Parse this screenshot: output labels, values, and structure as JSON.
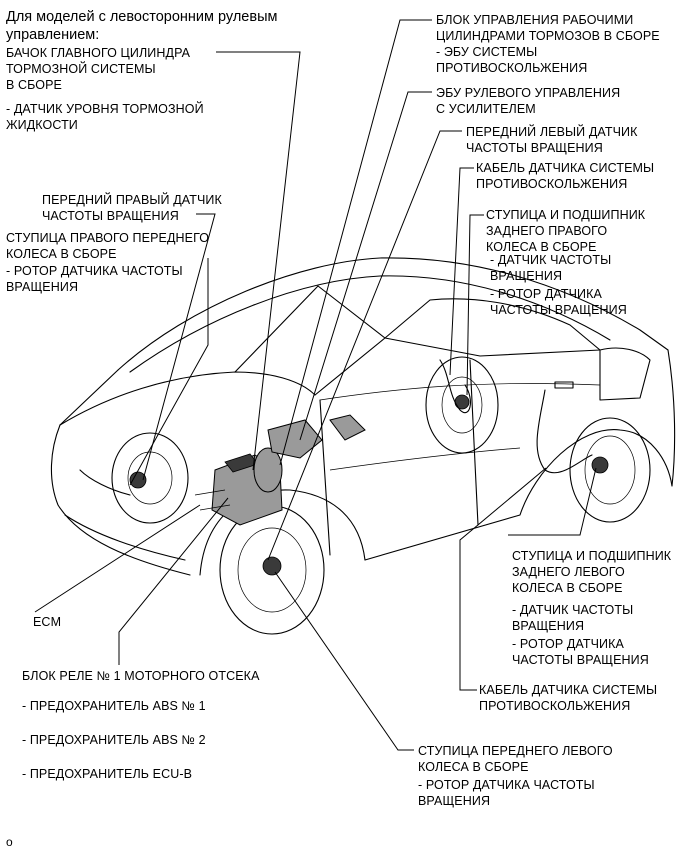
{
  "header": {
    "title": "Для моделей с левосторонним рулевым\nуправлением:"
  },
  "labels": {
    "master_cylinder": "БАЧОК ГЛАВНОГО ЦИЛИНДРА\nТОРМОЗНОЙ СИСТЕМЫ\nВ СБОРЕ",
    "master_cylinder_sub": "- ДАТЧИК УРОВНЯ ТОРМОЗНОЙ\nЖИДКОСТИ",
    "front_right_sensor": "ПЕРЕДНИЙ ПРАВЫЙ ДАТЧИК\nЧАСТОТЫ ВРАЩЕНИЯ",
    "front_right_hub": "СТУПИЦА ПРАВОГО ПЕРЕДНЕГО\nКОЛЕСА В СБОРЕ",
    "front_right_hub_sub": "- РОТОР ДАТЧИКА ЧАСТОТЫ\nВРАЩЕНИЯ",
    "brake_actuator": "БЛОК УПРАВЛЕНИЯ РАБОЧИМИ\nЦИЛИНДРАМИ ТОРМОЗОВ В СБОРЕ",
    "brake_actuator_sub": "- ЭБУ СИСТЕМЫ\nПРОТИВОСКОЛЬЖЕНИЯ",
    "eps_ecu": "ЭБУ РУЛЕВОГО УПРАВЛЕНИЯ\nС УСИЛИТЕЛЕМ",
    "front_left_sensor": "ПЕРЕДНИЙ ЛЕВЫЙ ДАТЧИК\nЧАСТОТЫ ВРАЩЕНИЯ",
    "skid_cable_top": "КАБЕЛЬ ДАТЧИКА СИСТЕМЫ\nПРОТИВОСКОЛЬЖЕНИЯ",
    "rear_right_hub": "СТУПИЦА И ПОДШИПНИК\nЗАДНЕГО ПРАВОГО\nКОЛЕСА В СБОРЕ",
    "rear_right_hub_sub1": "- ДАТЧИК ЧАСТОТЫ\nВРАЩЕНИЯ",
    "rear_right_hub_sub2": "- РОТОР ДАТЧИКА\nЧАСТОТЫ ВРАЩЕНИЯ",
    "rear_left_hub": "СТУПИЦА И ПОДШИПНИК\nЗАДНЕГО ЛЕВОГО\nКОЛЕСА В СБОРЕ",
    "rear_left_hub_sub1": "- ДАТЧИК ЧАСТОТЫ\nВРАЩЕНИЯ",
    "rear_left_hub_sub2": "- РОТОР ДАТЧИКА\nЧАСТОТЫ ВРАЩЕНИЯ",
    "skid_cable_bottom": "КАБЕЛЬ ДАТЧИКА СИСТЕМЫ\nПРОТИВОСКОЛЬЖЕНИЯ",
    "ecm": "ECM",
    "relay_block": "БЛОК РЕЛЕ № 1 МОТОРНОГО ОТСЕКА",
    "fuse_abs1": "- ПРЕДОХРАНИТЕЛЬ ABS № 1",
    "fuse_abs2": "- ПРЕДОХРАНИТЕЛЬ ABS № 2",
    "fuse_ecub": "- ПРЕДОХРАНИТЕЛЬ ECU-B",
    "front_left_hub": "СТУПИЦА ПЕРЕДНЕГО ЛЕВОГО\nКОЛЕСА В СБОРЕ",
    "front_left_hub_sub": "- РОТОР ДАТЧИКА ЧАСТОТЫ\nВРАЩЕНИЯ",
    "figure_code": "o"
  }
}
